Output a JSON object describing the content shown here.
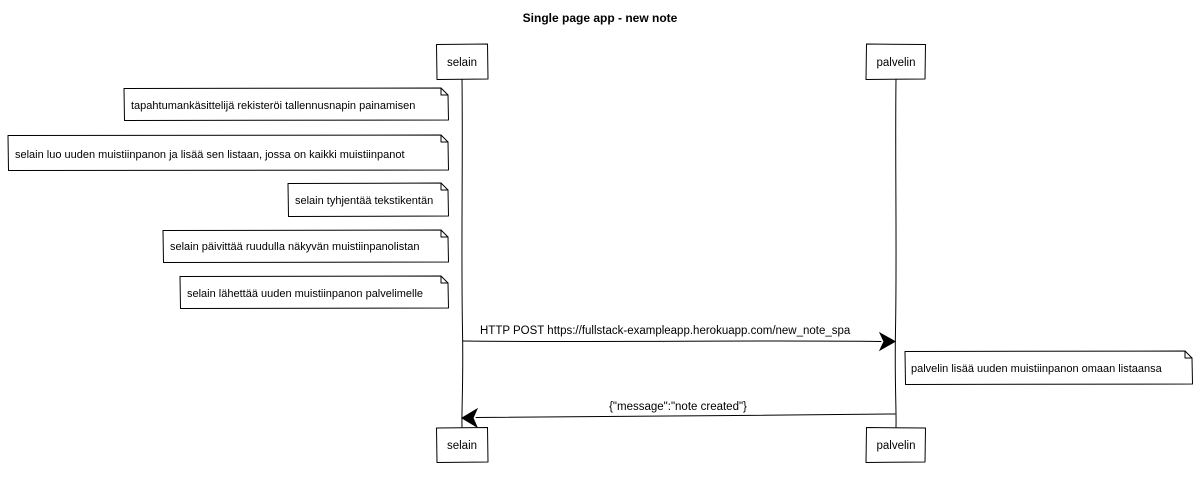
{
  "title": "Single page app - new note",
  "participants": {
    "browser": "selain",
    "server": "palvelin"
  },
  "notes": {
    "note1": "tapahtumankäsittelijä rekisteröi tallennusnapin painamisen",
    "note2": "selain luo uuden muistiinpanon ja lisää sen listaan, jossa on kaikki muistiinpanot",
    "note3": "selain tyhjentää tekstikentän",
    "note4": "selain päivittää ruudulla näkyvän muistiinpanolistan",
    "note5": "selain lähettää uuden muistiinpanon palvelimelle",
    "note6": "palvelin lisää uuden muistiinpanon omaan listaansa"
  },
  "messages": {
    "request": "HTTP POST https://fullstack-exampleapp.herokuapp.com/new_note_spa",
    "response": "{\"message\":\"note created\"}"
  }
}
